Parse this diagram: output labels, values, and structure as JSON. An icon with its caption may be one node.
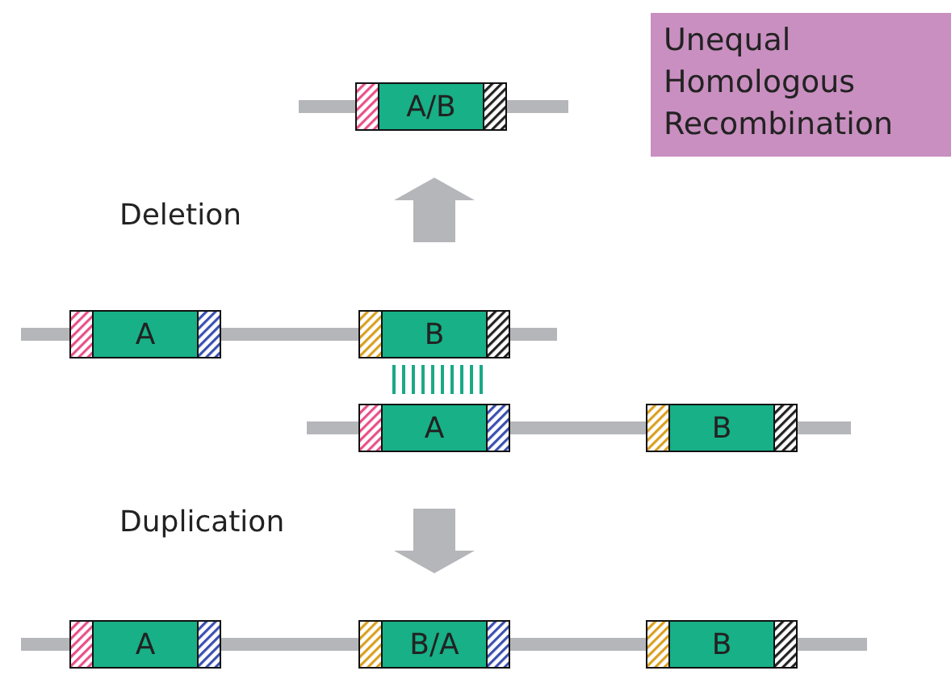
{
  "diagram": {
    "title": "Unequal Homologous Recombination",
    "nodes": [
      {
        "text": [
          "A/B"
        ]
      },
      {
        "text": [
          "A"
        ]
      },
      {
        "text": [
          "B"
        ]
      },
      {
        "text": [
          "A"
        ]
      },
      {
        "text": [
          "B"
        ]
      },
      {
        "text": [
          "A"
        ]
      },
      {
        "text": [
          "B/A"
        ]
      },
      {
        "text": [
          "B"
        ]
      }
    ],
    "edges": [
      {
        "from": 2,
        "to": 0,
        "arrow": "to",
        "style": "thick"
      },
      {
        "from": 3,
        "to": 6,
        "arrow": "to",
        "style": "thick"
      }
    ],
    "labels": [
      "Deletion",
      "Duplication"
    ]
  }
}
